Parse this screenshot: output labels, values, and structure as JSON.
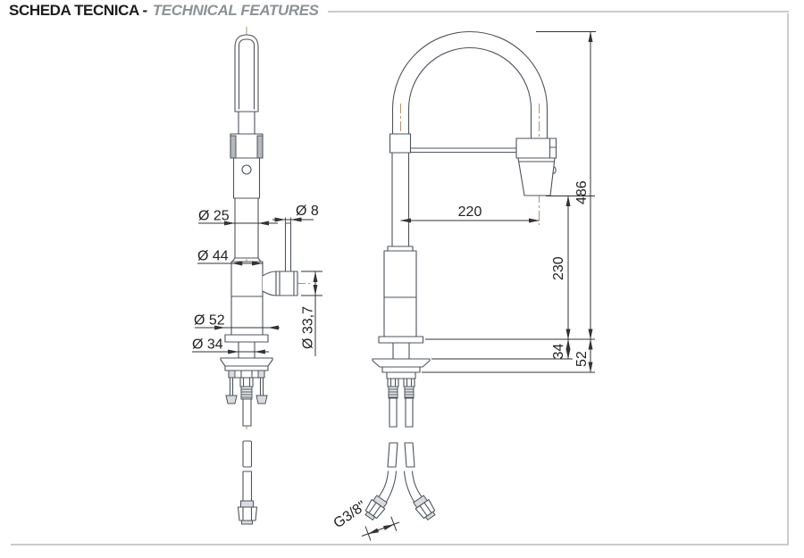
{
  "header": {
    "title_primary": "SCHEDA TECNICA -",
    "title_secondary": "TECHNICAL FEATURES"
  },
  "side_view": {
    "dims": {
      "d25": "Ø 25",
      "d8": "Ø 8",
      "d44": "Ø 44",
      "d52": "Ø 52",
      "d34": "Ø 34",
      "d33_7": "Ø 33,7"
    }
  },
  "front_view": {
    "dims": {
      "d220": "220",
      "d486": "486",
      "d230": "230",
      "d34": "34",
      "d52": "52",
      "g38": "G3/8\""
    }
  },
  "colors": {
    "outline": "#4d545c",
    "dimension": "#333333",
    "centerline": "#b5946b",
    "border": "#cbcbcb",
    "title_secondary": "#8d9296",
    "shade": "#b4b8bc"
  }
}
